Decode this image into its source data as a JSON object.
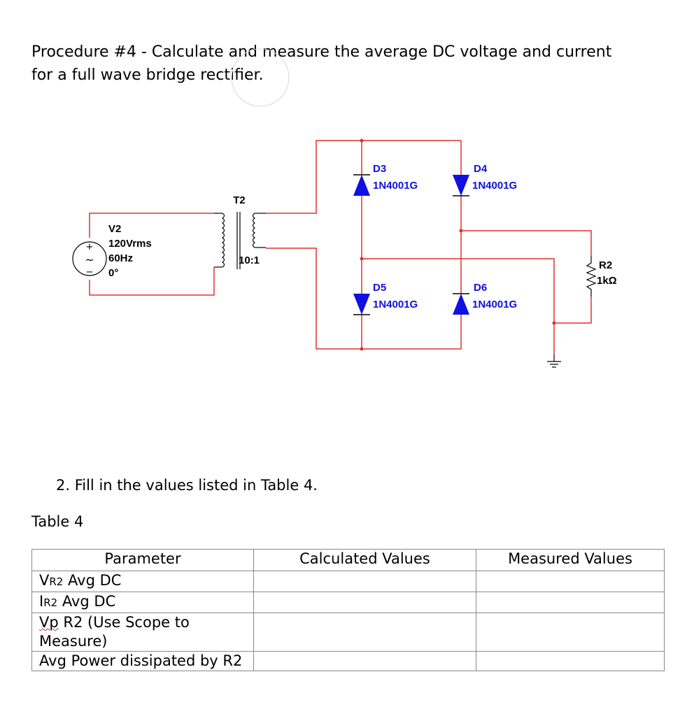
{
  "heading": {
    "line1": "Procedure #4 - Calculate and measure the average DC voltage and current",
    "line2": "for a full wave bridge rectifier."
  },
  "schematic": {
    "colors": {
      "wire": "#e03030",
      "component": "#000000",
      "diode_fill": "#1010e0",
      "node": "#e03030"
    },
    "source": {
      "name": "V2",
      "voltage": "120Vrms",
      "frequency": "60Hz",
      "phase": "0°",
      "plus": "+",
      "minus": "−",
      "symbol": "~"
    },
    "transformer": {
      "name": "T2",
      "ratio": "10:1"
    },
    "diodes": [
      {
        "name": "D3",
        "part": "1N4001G"
      },
      {
        "name": "D4",
        "part": "1N4001G"
      },
      {
        "name": "D5",
        "part": "1N4001G"
      },
      {
        "name": "D6",
        "part": "1N4001G"
      }
    ],
    "resistor": {
      "name": "R2",
      "value": "1kΩ"
    }
  },
  "step": "2. Fill in the values listed in Table 4.",
  "table_caption": "Table 4",
  "table": {
    "headers": [
      "Parameter",
      "Calculated Values",
      "Measured Values"
    ],
    "rows": [
      {
        "param_main": "V",
        "param_sub": "R2",
        "param_rest": " Avg DC",
        "calculated": "",
        "measured": ""
      },
      {
        "param_main": "I",
        "param_sub": "R2",
        "param_rest": " Avg DC",
        "calculated": "",
        "measured": ""
      },
      {
        "param_main": "Vp",
        "param_sub": "",
        "param_rest": " R2 (Use Scope to Measure)",
        "calculated": "",
        "measured": ""
      },
      {
        "param_main": "Avg Power dissipated by R2",
        "param_sub": "",
        "param_rest": "",
        "calculated": "",
        "measured": ""
      }
    ]
  }
}
